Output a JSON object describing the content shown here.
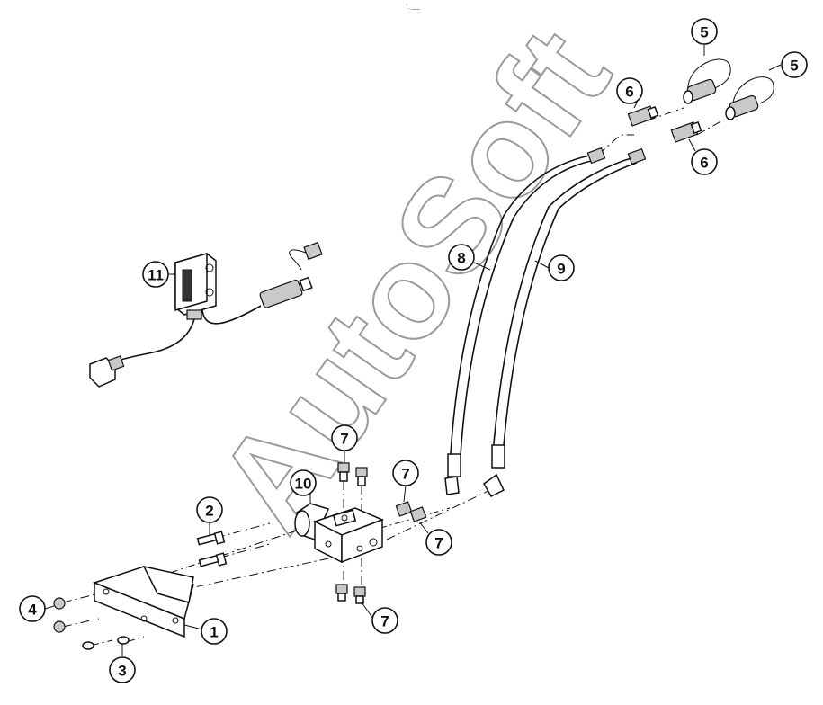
{
  "header_mark": "ʽˍ ___",
  "watermark": "AutoSoft",
  "callouts": [
    {
      "id": "c1",
      "label": "1"
    },
    {
      "id": "c2",
      "label": "2"
    },
    {
      "id": "c3",
      "label": "3"
    },
    {
      "id": "c4",
      "label": "4"
    },
    {
      "id": "c5a",
      "label": "5"
    },
    {
      "id": "c5b",
      "label": "5"
    },
    {
      "id": "c6a",
      "label": "6"
    },
    {
      "id": "c6b",
      "label": "6"
    },
    {
      "id": "c7a",
      "label": "7"
    },
    {
      "id": "c7b",
      "label": "7"
    },
    {
      "id": "c7c",
      "label": "7"
    },
    {
      "id": "c7d",
      "label": "7"
    },
    {
      "id": "c8",
      "label": "8"
    },
    {
      "id": "c9",
      "label": "9"
    },
    {
      "id": "c10",
      "label": "10"
    },
    {
      "id": "c11",
      "label": "11"
    }
  ]
}
